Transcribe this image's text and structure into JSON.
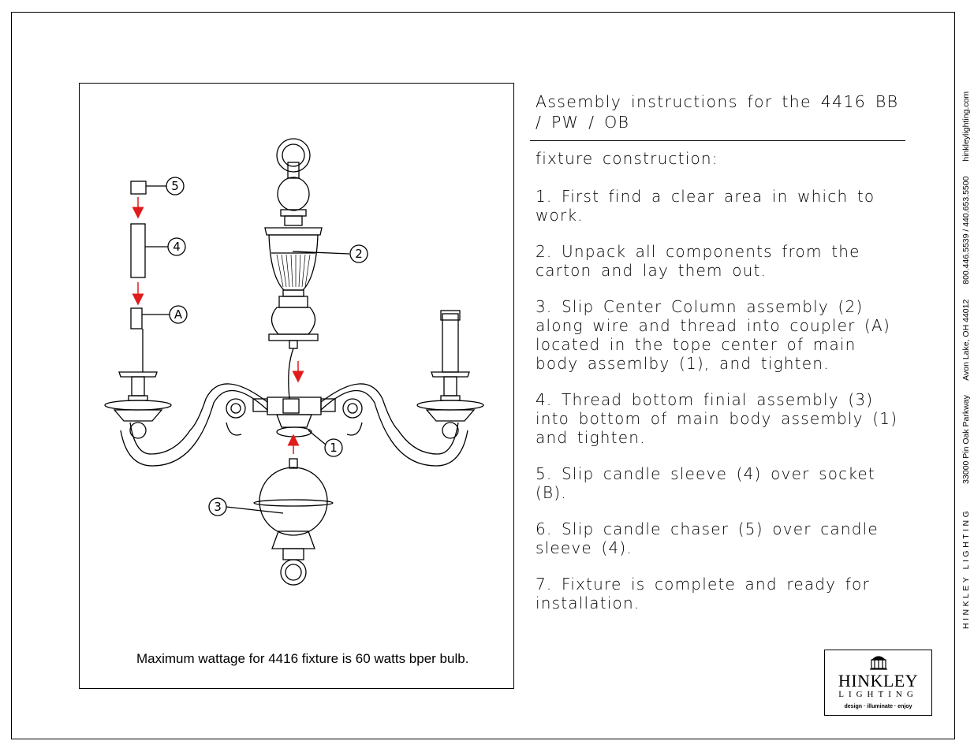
{
  "title": "Assembly instructions for the 4416 BB / PW / OB",
  "instructions": {
    "heading": "fixture construction:",
    "steps": [
      "1. First find a clear area in which to work.",
      "2. Unpack all components from the carton and lay them out.",
      "3. Slip Center Column assembly (2) along wire and thread into coupler (A) located in the tope center of main body assemlby (1), and tighten.",
      "4. Thread bottom finial assembly (3) into bottom of main body assembly (1) and tighten.",
      "5. Slip candle sleeve (4) over socket (B).",
      "6. Slip candle chaser (5) over candle sleeve (4).",
      "7. Fixture is complete and ready for installation."
    ]
  },
  "diagram": {
    "callouts": {
      "c1": "1",
      "c2": "2",
      "c3": "3",
      "c4": "4",
      "c5": "5",
      "cA": "A"
    },
    "arrow_color": "#e01b1b",
    "note": "Maximum wattage for 4416 fixture is 60 watts bper bulb."
  },
  "side": {
    "brand": "HINKLEY LIGHTING",
    "address": "33000 Pin Oak Parkway",
    "city": "Avon Lake, OH  44012",
    "phone": "800.446.5539 / 440.653.5500",
    "web": "hinkleylighting.com"
  },
  "logo": {
    "name": "HINKLEY",
    "sub": "LIGHTING",
    "tagline": "design · illuminate · enjoy"
  }
}
